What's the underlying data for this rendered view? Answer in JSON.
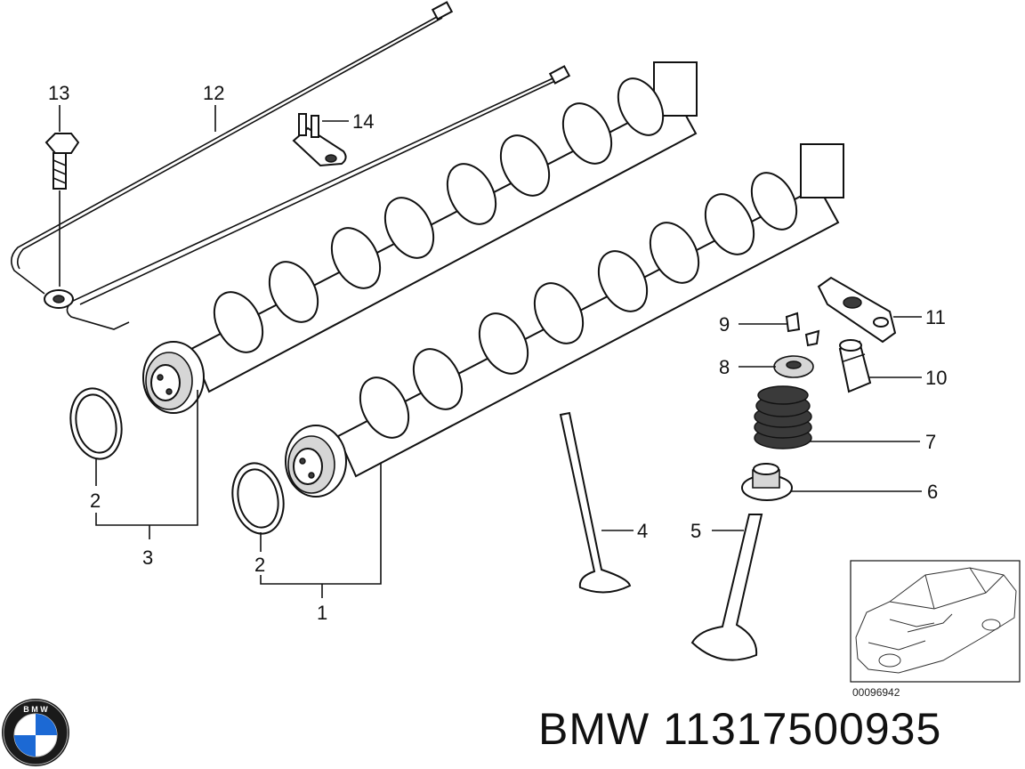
{
  "callouts": {
    "c1": "1",
    "c2a": "2",
    "c2b": "2",
    "c3": "3",
    "c4": "4",
    "c5": "5",
    "c6": "6",
    "c7": "7",
    "c8": "8",
    "c9": "9",
    "c10": "10",
    "c11": "11",
    "c12": "12",
    "c13": "13",
    "c14": "14"
  },
  "inset": {
    "code": "00096942"
  },
  "logo": {
    "text": "B M W",
    "colors": {
      "blue": "#1c69d4",
      "white": "#ffffff",
      "ring": "#1a1a1a"
    }
  },
  "title": "BMW 11317500935"
}
